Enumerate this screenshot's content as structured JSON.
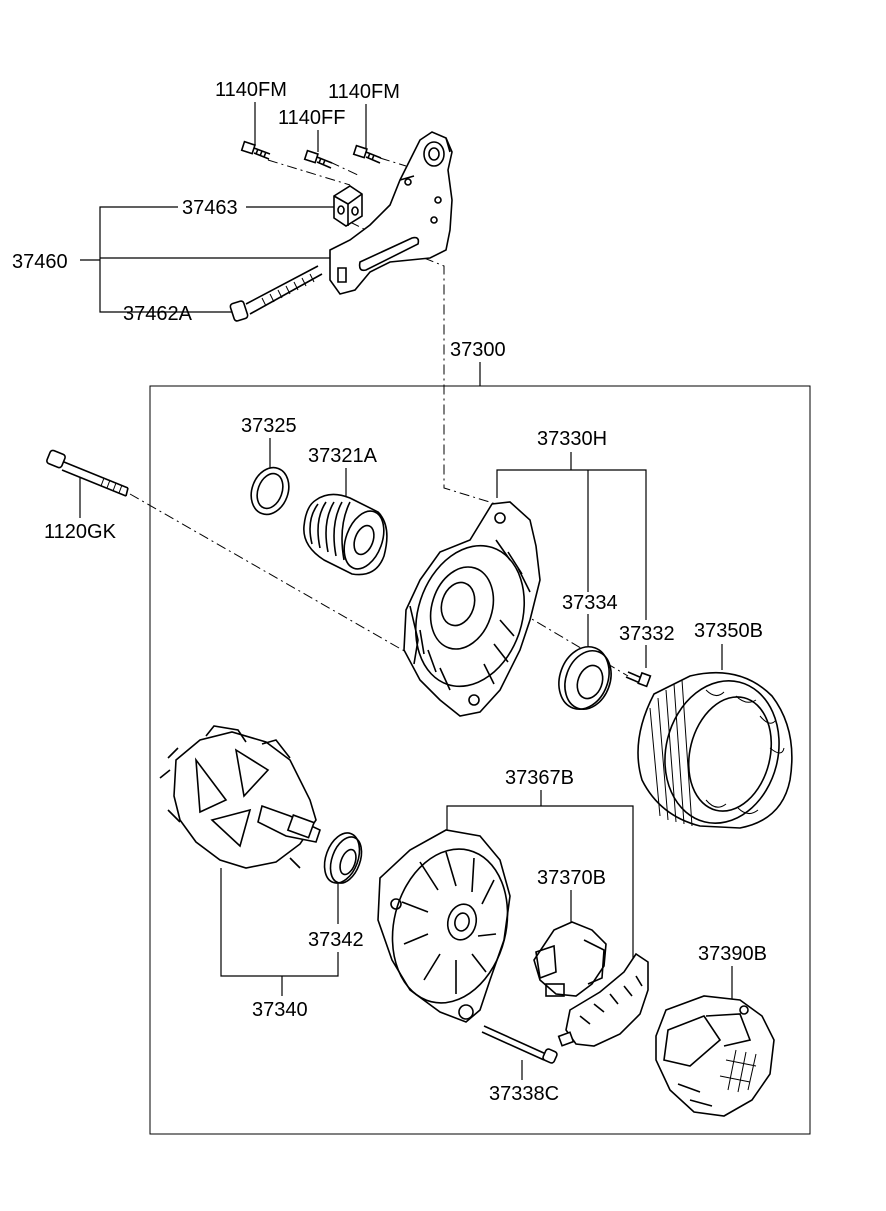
{
  "labels": {
    "p1140FM_a": "1140FM",
    "p1140FF": "1140FF",
    "p1140FM_b": "1140FM",
    "p37463": "37463",
    "p37460": "37460",
    "p37462A": "37462A",
    "p37300": "37300",
    "p37325": "37325",
    "p37321A": "37321A",
    "p1120GK": "1120GK",
    "p37330H": "37330H",
    "p37334": "37334",
    "p37332": "37332",
    "p37350B": "37350B",
    "p37367B": "37367B",
    "p37370B": "37370B",
    "p37342": "37342",
    "p37340": "37340",
    "p37390B": "37390B",
    "p37338C": "37338C"
  }
}
